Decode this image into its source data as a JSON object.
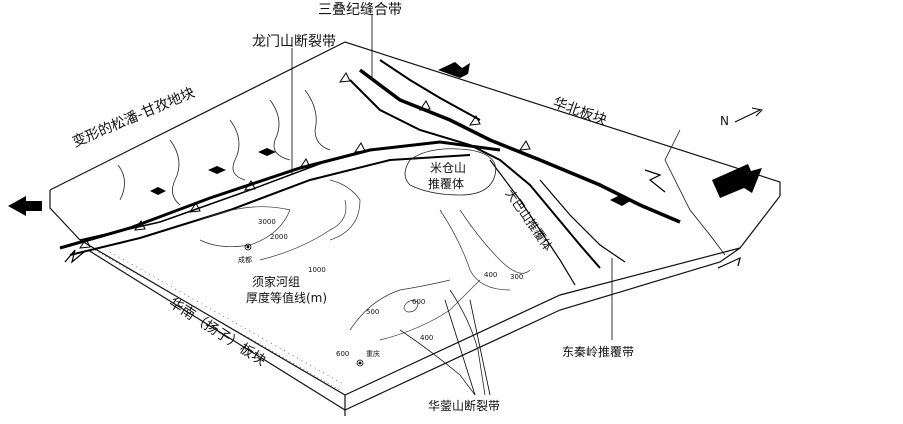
{
  "labels": {
    "triassic_suture": "三叠纪缝合带",
    "longmenshan_fault": "龙门山断裂带",
    "songpan_ganzi": "变形的松潘-甘孜地块",
    "north_china": "华北板块",
    "micangshan": "米仓山",
    "micangshan_nappe": "推覆体",
    "dabashan": "大巴山推覆体",
    "xujiahe_1": "须家河组",
    "xujiahe_2": "厚度等值线(m)",
    "south_china": "华南（扬子）板块",
    "east_qinling": "东秦岭推覆带",
    "huayingshan": "华蓥山断裂带",
    "chengdu": "成都",
    "chongqing": "重庆",
    "north": "N"
  },
  "contours": {
    "c3000": "3000",
    "c2000": "2000",
    "c1000": "1000",
    "c400a": "400",
    "c300": "300",
    "c500": "500",
    "c400b": "400",
    "c600": "600",
    "c600b": "600"
  }
}
